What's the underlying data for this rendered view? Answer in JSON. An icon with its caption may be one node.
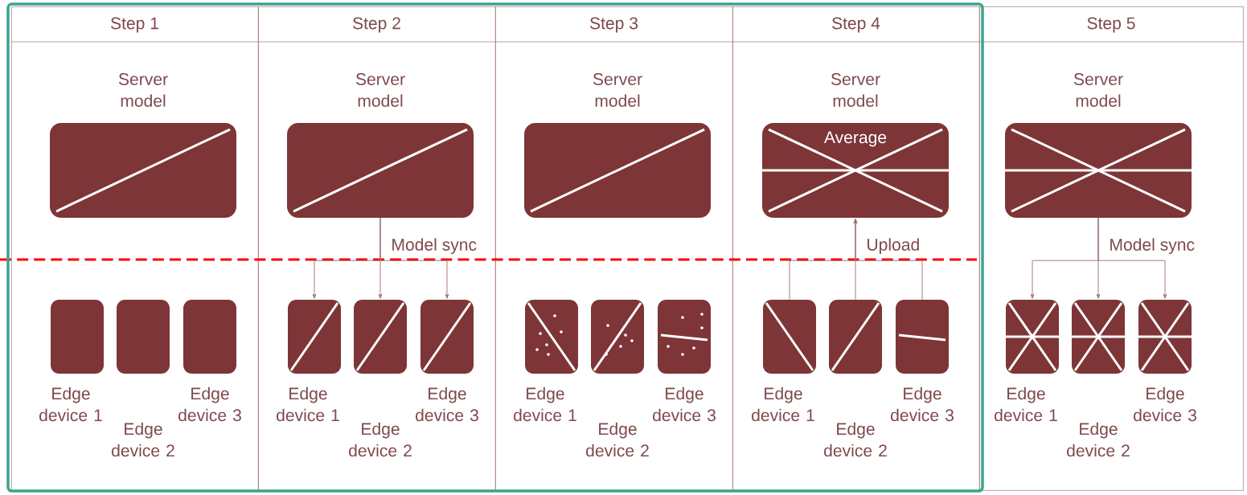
{
  "diagram": {
    "nodes": [
      {
        "text": [
          "Step 1"
        ]
      },
      {
        "text": [
          "Server model"
        ],
        "in": 0
      },
      {
        "text": [
          "Edge device 1"
        ],
        "in": 0
      },
      {
        "text": [
          "Edge device 2"
        ],
        "in": 0
      },
      {
        "text": [
          "Edge device 3"
        ],
        "in": 0
      },
      {
        "text": [
          "Step 2"
        ]
      },
      {
        "text": [
          "Server model"
        ],
        "in": 5
      },
      {
        "text": [
          "Edge device 1"
        ],
        "in": 5
      },
      {
        "text": [
          "Edge device 2"
        ],
        "in": 5
      },
      {
        "text": [
          "Edge device 3"
        ],
        "in": 5
      },
      {
        "text": [
          "Step 3"
        ]
      },
      {
        "text": [
          "Server model"
        ],
        "in": 10
      },
      {
        "text": [
          "Edge device 1"
        ],
        "in": 10
      },
      {
        "text": [
          "Edge device 2"
        ],
        "in": 10
      },
      {
        "text": [
          "Edge device 3"
        ],
        "in": 10
      },
      {
        "text": [
          "Step 4"
        ]
      },
      {
        "text": [
          "Server model",
          "Average"
        ],
        "in": 15
      },
      {
        "text": [
          "Edge device 1"
        ],
        "in": 15
      },
      {
        "text": [
          "Edge device 2"
        ],
        "in": 15
      },
      {
        "text": [
          "Edge device 3"
        ],
        "in": 15
      },
      {
        "text": [
          "Step 5"
        ]
      },
      {
        "text": [
          "Server model"
        ],
        "in": 20
      },
      {
        "text": [
          "Edge device 1"
        ],
        "in": 20
      },
      {
        "text": [
          "Edge device 2"
        ],
        "in": 20
      },
      {
        "text": [
          "Edge device 3"
        ],
        "in": 20
      }
    ],
    "edges": [
      {
        "from": 6,
        "to": 7,
        "arrow": "to"
      },
      {
        "from": 6,
        "to": 8,
        "arrow": "to",
        "label": "Model sync"
      },
      {
        "from": 6,
        "to": 9,
        "arrow": "to"
      },
      {
        "from": 17,
        "to": 16,
        "arrow": "to"
      },
      {
        "from": 18,
        "to": 16,
        "arrow": "to",
        "label": "Upload"
      },
      {
        "from": 19,
        "to": 16,
        "arrow": "to"
      },
      {
        "from": 21,
        "to": 22,
        "arrow": "to"
      },
      {
        "from": 21,
        "to": 23,
        "arrow": "to",
        "label": "Model sync"
      },
      {
        "from": 21,
        "to": 24,
        "arrow": "to"
      }
    ]
  }
}
